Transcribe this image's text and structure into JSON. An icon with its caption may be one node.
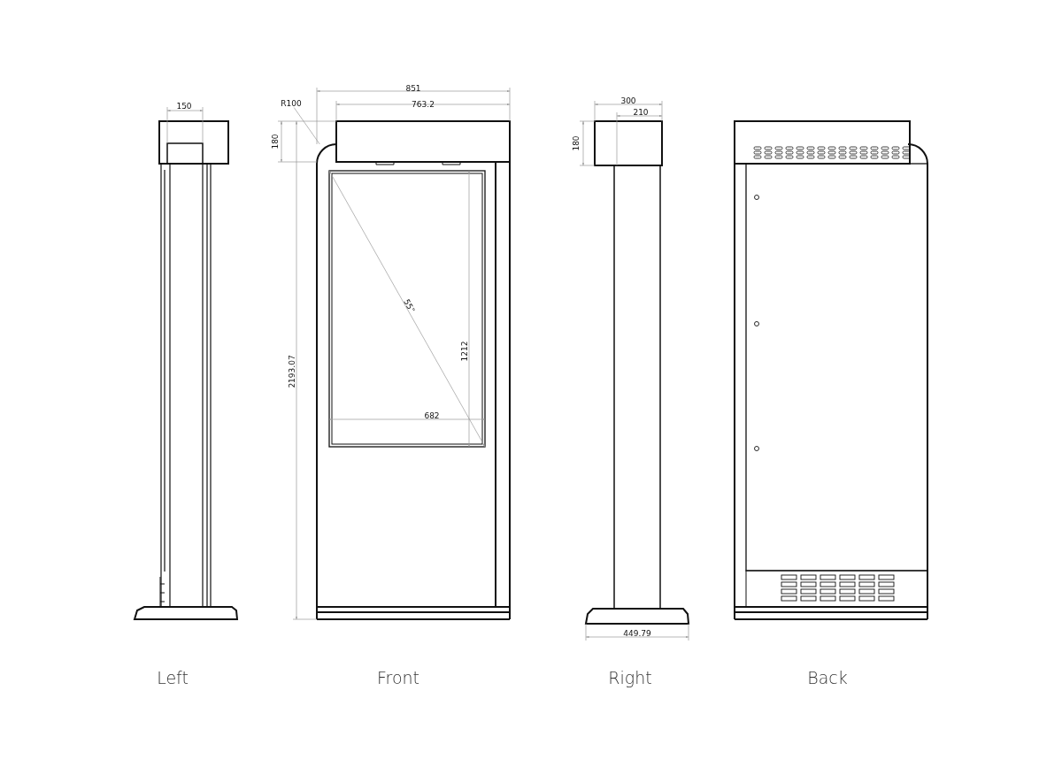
{
  "diagram": {
    "nodes": [
      {
        "text": [
          "R100"
        ]
      },
      {
        "text": [],
        "shape": "arc"
      }
    ],
    "edges": [
      {
        "from": 0,
        "to": 1,
        "arrow": "none"
      }
    ],
    "labels": [
      "150",
      "851",
      "763.2",
      "300",
      "210",
      "180",
      "180",
      "2193.07",
      "55\"",
      "1212",
      "682",
      "449.79",
      "Left",
      "Front",
      "Right",
      "Back"
    ]
  }
}
